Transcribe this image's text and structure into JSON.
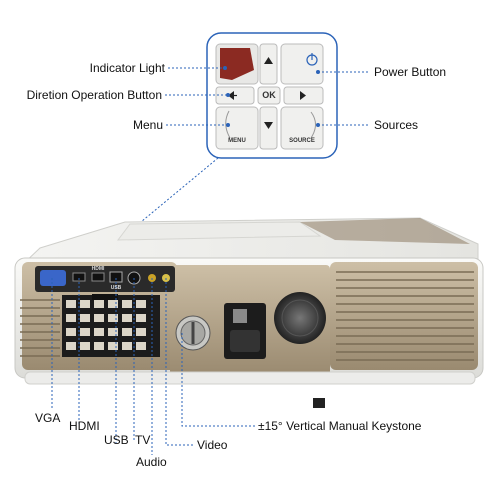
{
  "labels": {
    "indicator_light": "Indicator Light",
    "direction_button": "Diretion Operation Button",
    "menu": "Menu",
    "power_button": "Power Button",
    "sources": "Sources",
    "vga": "VGA",
    "hdmi": "HDMI",
    "usb": "USB",
    "tv": "TV",
    "audio": "Audio",
    "video": "Video",
    "keystone": "±15° Vertical Manual Keystone"
  },
  "panel": {
    "ok": "OK",
    "menu_key": "MENU",
    "source_key": "SOURCE",
    "hdmi_port": "HDMI",
    "usb_port": "USB"
  },
  "colors": {
    "callout_line": "#2b63b8",
    "panel_border": "#2b63b8",
    "indicator": "#8b2a22",
    "body_gold": "#b9a88c",
    "body_white": "#f2f2f0"
  },
  "icons": [
    "power-icon",
    "arrow-up-icon",
    "arrow-down-icon",
    "arrow-left-icon",
    "arrow-right-icon"
  ]
}
